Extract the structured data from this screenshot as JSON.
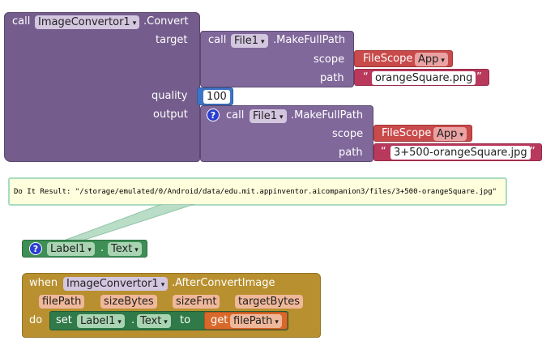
{
  "convert_block": {
    "call": "call",
    "component": "ImageConvertor1",
    "method": ".Convert",
    "target_label": "target",
    "quality_label": "quality",
    "output_label": "output"
  },
  "target_call": {
    "call": "call",
    "component": "File1",
    "method": ".MakeFullPath",
    "scope_label": "scope",
    "path_label": "path",
    "scope_value": "FileScope",
    "scope_option": "App",
    "path_open_quote": "“",
    "path_value": "orangeSquare.png",
    "path_close_quote": "”"
  },
  "quality_value": "100",
  "output_call": {
    "help_icon": "?",
    "call": "call",
    "component": "File1",
    "method": ".MakeFullPath",
    "scope_label": "scope",
    "path_label": "path",
    "scope_value": "FileScope",
    "scope_option": "App",
    "path_open_quote": "“",
    "path_value": "3+500-orangeSquare.jpg",
    "path_close_quote": "”"
  },
  "do_it_result": "Do It Result: \"/storage/emulated/0/Android/data/edu.mit.appinventor.aicompanion3/files/3+500-orangeSquare.jpg\"",
  "label_getter": {
    "help_icon": "?",
    "component": "Label1",
    "dot": ".",
    "property": "Text"
  },
  "event_block": {
    "when": "when",
    "component": "ImageConvertor1",
    "event": ".AfterConvertImage",
    "params": [
      "filePath",
      "sizeBytes",
      "sizeFmt",
      "targetBytes"
    ],
    "do_label": "do",
    "set": "set",
    "set_component": "Label1",
    "set_dot": ".",
    "set_property": "Text",
    "to": "to",
    "get": "get",
    "get_var": "filePath"
  },
  "icons": {
    "dropdown": "▾",
    "help": "help-icon"
  },
  "colors": {
    "component_block": "#745d8c",
    "text_block": "#c94a4a",
    "string_block": "#b9395d",
    "math_block": "#3f74c5",
    "label_block": "#3d8f55",
    "event_block": "#b8902f",
    "variable_block": "#d8692a"
  }
}
